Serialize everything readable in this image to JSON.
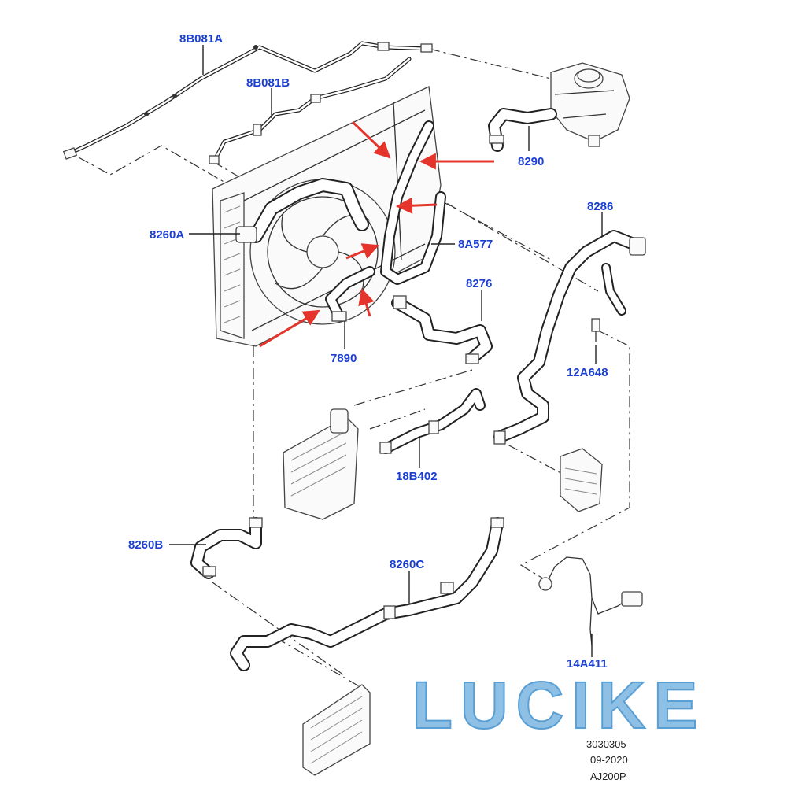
{
  "accent": "#1a3fd1",
  "arrow_color": "#e4342c",
  "watermark_color": "#6fb0de",
  "labels": {
    "p8B081A": "8B081A",
    "p8B081B": "8B081B",
    "p8290": "8290",
    "p8286": "8286",
    "p8260A": "8260A",
    "p8A577": "8A577",
    "p8276": "8276",
    "p7890": "7890",
    "p12A648": "12A648",
    "p18B402": "18B402",
    "p8260B": "8260B",
    "p8260C": "8260C",
    "p14A411": "14A411"
  },
  "watermark": "LUCIKE",
  "footer": {
    "ref": "3030305",
    "date": "09-2020",
    "code": "AJ200P"
  }
}
